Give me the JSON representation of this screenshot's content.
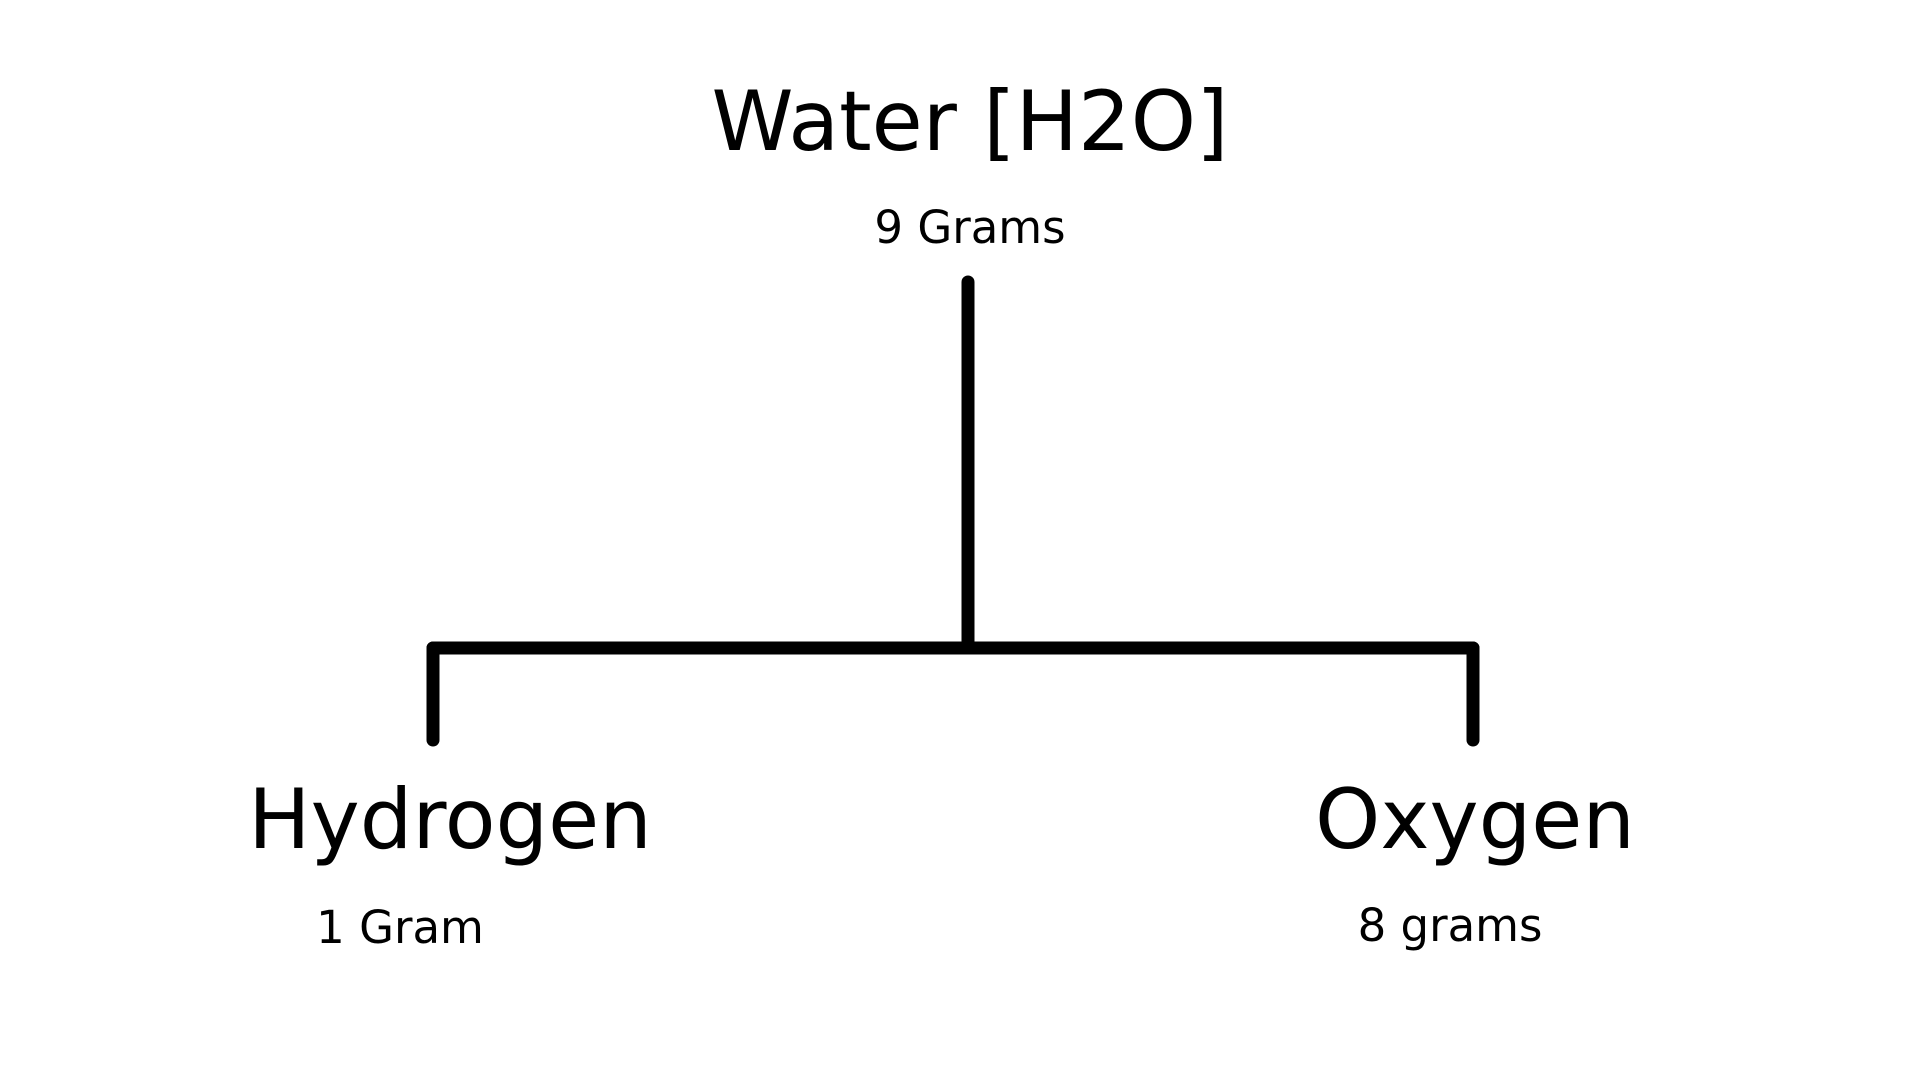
{
  "diagram": {
    "root": {
      "title": "Water [H2O]",
      "subtitle": "9 Grams"
    },
    "children": [
      {
        "title": "Hydrogen",
        "subtitle": "1 Gram"
      },
      {
        "title": "Oxygen",
        "subtitle": "8 grams"
      }
    ]
  },
  "colors": {
    "background": "#ffffff",
    "line": "#000000",
    "text": "#000000"
  }
}
